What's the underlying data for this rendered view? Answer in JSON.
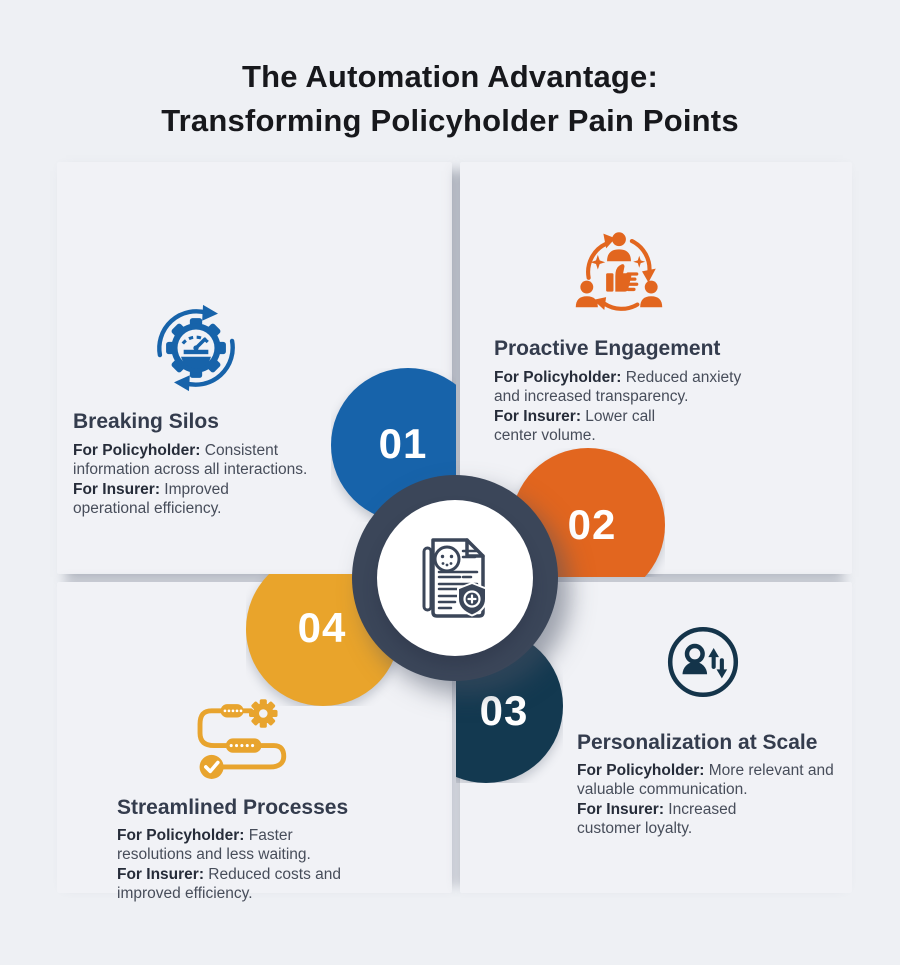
{
  "title": {
    "line1": "The Automation Advantage:",
    "line2": "Transforming Policyholder Pain Points"
  },
  "palette": {
    "background": "#eef0f4",
    "card": "#f1f2f6",
    "hub_ring": "#3b4659",
    "hub_inner": "#ffffff",
    "number_text": "#ffffff",
    "title_text": "#17181c",
    "section_title_text": "#343c4d",
    "body_text": "#474d5a",
    "body_bold_text": "#262c39"
  },
  "center": {
    "icon": "policy-document-shield-icon",
    "icon_color": "#3b4659"
  },
  "sections": [
    {
      "number": "01",
      "title": "Breaking Silos",
      "color": "#1763aa",
      "icon": "gear-gauge-sync-icon",
      "body": [
        {
          "bold": "For Policyholder:",
          "rest": " Consistent"
        },
        {
          "bold": "",
          "rest": "information across all interactions."
        },
        {
          "bold": "For Insurer:",
          "rest": " Improved"
        },
        {
          "bold": "",
          "rest": "operational efficiency."
        }
      ]
    },
    {
      "number": "02",
      "title": "Proactive Engagement",
      "color": "#e2661f",
      "icon": "people-engagement-thumbs-up-icon",
      "body": [
        {
          "bold": "For Policyholder:",
          "rest": " Reduced anxiety"
        },
        {
          "bold": "",
          "rest": "and increased transparency."
        },
        {
          "bold": "For Insurer:",
          "rest": " Lower call"
        },
        {
          "bold": "",
          "rest": "center volume."
        }
      ]
    },
    {
      "number": "03",
      "title": "Personalization at Scale",
      "color": "#133950",
      "icon": "person-scale-arrows-icon",
      "body": [
        {
          "bold": "For Policyholder:",
          "rest": " More relevant and"
        },
        {
          "bold": "",
          "rest": "valuable communication."
        },
        {
          "bold": "For Insurer:",
          "rest": " Increased"
        },
        {
          "bold": "",
          "rest": "customer loyalty."
        }
      ]
    },
    {
      "number": "04",
      "title": "Streamlined Processes",
      "color": "#e9a42b",
      "icon": "process-flow-gear-check-icon",
      "body": [
        {
          "bold": "For Policyholder:",
          "rest": " Faster"
        },
        {
          "bold": "",
          "rest": "resolutions and less waiting."
        },
        {
          "bold": "For Insurer:",
          "rest": " Reduced costs and"
        },
        {
          "bold": "",
          "rest": "improved efficiency."
        }
      ]
    }
  ]
}
